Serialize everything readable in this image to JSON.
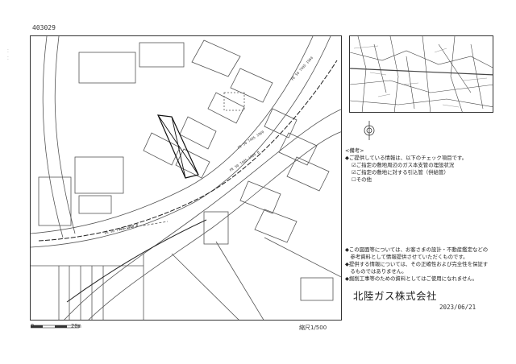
{
  "document_id": "403029",
  "notes": {
    "heading": "<備考>",
    "checklist_intro": "◆ご提供している情報は、以下のチェック項目です。",
    "checklist_items": [
      "☑ご指定の敷地周辺のガス本支管の埋設状況",
      "☑ご指定の敷地に対する引込管（供給管）",
      "☐その他"
    ],
    "cautions": [
      "◆この図面等については、お客さまの設計・不動産鑑定などの",
      "　参考資料として情報提供させていただくものです。",
      "◆提供する情報については、その正確性および完全性を保証す",
      "　るものではありません。",
      "◆掘削工事等のための資料としてはご使用になれません。"
    ]
  },
  "company": "北陸ガス株式会社",
  "date": "2023/06/21",
  "scale": {
    "text": "縮尺1/500",
    "bar_start": "0",
    "bar_end": "20m"
  },
  "map": {
    "pipe_labels": [
      "PE 50 7405 1960 B",
      "PE 50 7405 1960",
      "PE 50 7405 1960 B",
      "PE 50 7405 1960"
    ]
  }
}
